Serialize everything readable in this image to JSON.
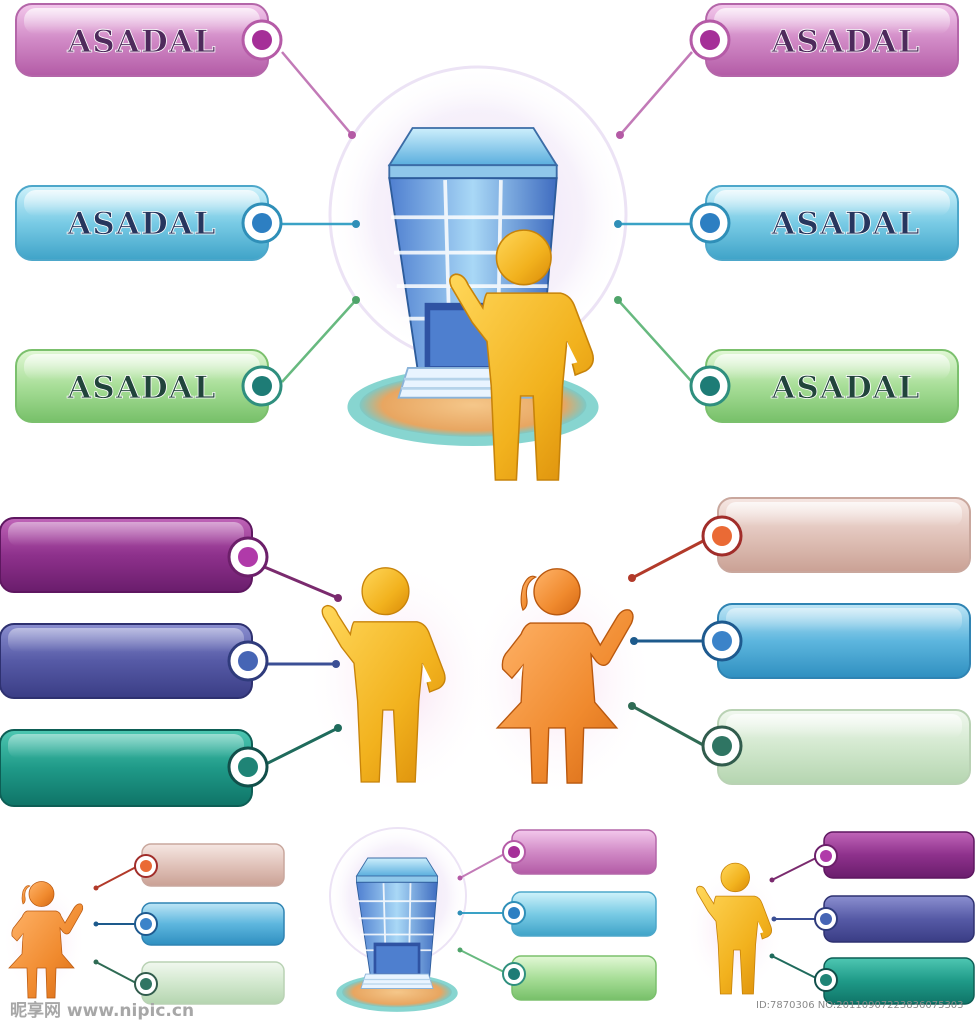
{
  "diagram": {
    "labels": [
      "ASADAL",
      "ASADAL",
      "ASADAL",
      "ASADAL",
      "ASADAL",
      "ASADAL"
    ],
    "colors": {
      "purple": "#c26fb4",
      "blue": "#58b8d8",
      "green": "#8fd083",
      "peach": "#d9b6ac",
      "plum": "#8a2f86",
      "navy": "#4a4f95",
      "teal": "#1e8e7e",
      "figure_male": "#f2b21e",
      "figure_female": "#f08a2e"
    }
  },
  "watermark": {
    "left": "昵享网 www.nipic.cn",
    "right": "ID:7870306 NO:20110907223836075303"
  }
}
